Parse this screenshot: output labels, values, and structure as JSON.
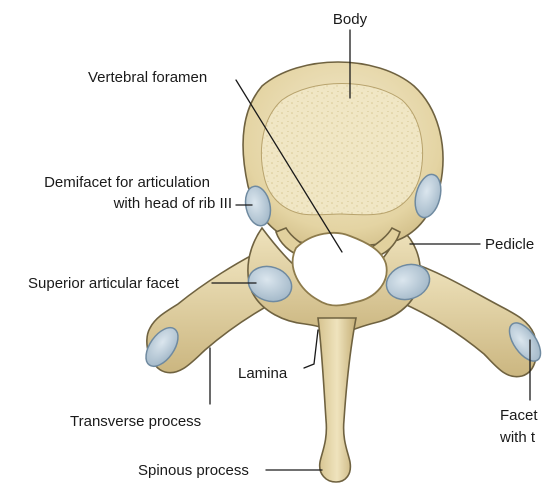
{
  "colors": {
    "bone": "#e9dcb0",
    "bone_shadow": "#cdb983",
    "bone_dark": "#a8935d",
    "cancellous": "#f1e8c8",
    "cartilage": "#b9cbd8",
    "cartilage_edge": "#6f8aa0",
    "label_text": "#1a1a1a"
  },
  "labels": {
    "body": "Body",
    "vertebral_foramen": "Vertebral foramen",
    "demifacet_line1": "Demifacet for articulation",
    "demifacet_line2": "with head of rib III",
    "pedicle": "Pedicle",
    "superior_articular_facet": "Superior articular facet",
    "lamina": "Lamina",
    "transverse_process": "Transverse process",
    "facet_line1": "Facet",
    "facet_line2": "with t",
    "spinous_process": "Spinous process"
  }
}
